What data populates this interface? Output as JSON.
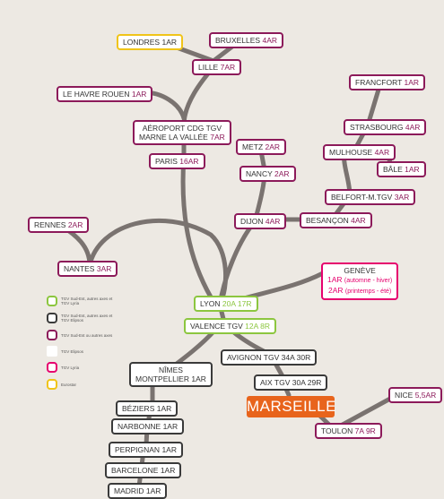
{
  "nodes": {
    "londres": {
      "label": "LONDRES",
      "freq": "1AR"
    },
    "bruxelles": {
      "label": "BRUXELLES",
      "freq": "4AR"
    },
    "lille": {
      "label": "LILLE",
      "freq": "7AR"
    },
    "lehavre": {
      "label": "LE HAVRE ROUEN",
      "freq": "1AR"
    },
    "cdg": {
      "line1": "AÉROPORT CDG TGV",
      "line2": "MARNE LA VALLÉE",
      "freq": "7AR"
    },
    "paris": {
      "label": "PARIS",
      "freq": "16AR"
    },
    "francfort": {
      "label": "FRANCFORT",
      "freq": "1AR"
    },
    "strasbourg": {
      "label": "STRASBOURG",
      "freq": "4AR"
    },
    "mulhouse": {
      "label": "MULHOUSE",
      "freq": "4AR"
    },
    "bale": {
      "label": "BÂLE",
      "freq": "1AR"
    },
    "metz": {
      "label": "METZ",
      "freq": "2AR"
    },
    "nancy": {
      "label": "NANCY",
      "freq": "2AR"
    },
    "belfort": {
      "label": "BELFORT-M.TGV",
      "freq": "3AR"
    },
    "dijon": {
      "label": "DIJON",
      "freq": "4AR"
    },
    "besancon": {
      "label": "BESANÇON",
      "freq": "4AR"
    },
    "rennes": {
      "label": "RENNES",
      "freq": "2AR"
    },
    "nantes": {
      "label": "NANTES",
      "freq": "3AR"
    },
    "geneve": {
      "label": "GENÈVE",
      "line2_freq": "1AR",
      "line2_note": "(automne - hiver)",
      "line3_freq": "2AR",
      "line3_note": "(printemps - été)"
    },
    "lyon": {
      "label": "LYON",
      "freq": "20A 17R"
    },
    "valence": {
      "label": "VALENCE TGV",
      "freq": "12A 8R"
    },
    "avignon": {
      "label": "AVIGNON TGV",
      "freq": "34A 30R"
    },
    "nimes": {
      "line1": "NÎMES",
      "line2": "MONTPELLIER",
      "freq": "1AR"
    },
    "aix": {
      "label": "AIX TGV",
      "freq": "30A 29R"
    },
    "marseille": {
      "label": "MARSEILLE"
    },
    "nice": {
      "label": "NICE",
      "freq": "5,5AR"
    },
    "toulon": {
      "label": "TOULON",
      "freq": "7A 9R"
    },
    "beziers": {
      "label": "BÉZIERS",
      "freq": "1AR"
    },
    "narbonne": {
      "label": "NARBONNE",
      "freq": "1AR"
    },
    "perpignan": {
      "label": "PERPIGNAN",
      "freq": "1AR"
    },
    "barcelone": {
      "label": "BARCELONE",
      "freq": "1AR"
    },
    "madrid": {
      "label": "MADRID",
      "freq": "1AR"
    }
  },
  "legend": [
    {
      "text": "TGV Sud-Est, autres axes et TGV Lyria",
      "color": "#8cc63f"
    },
    {
      "text": "TGV Sud-Est, autres axes et TGV Elipsos",
      "color": "#3a3a3a"
    },
    {
      "text": "TGV Sud-Est ou autres axes",
      "color": "#8c1a5a"
    },
    {
      "text": "TGV Elipsos",
      "color": "#aaaaaa"
    },
    {
      "text": "TGV Lyria",
      "color": "#e6006e"
    },
    {
      "text": "Eurostar",
      "color": "#f0c419"
    }
  ],
  "colors": {
    "track": "#7a7370",
    "hub": "#e8641c",
    "background": "#ede9e3"
  }
}
